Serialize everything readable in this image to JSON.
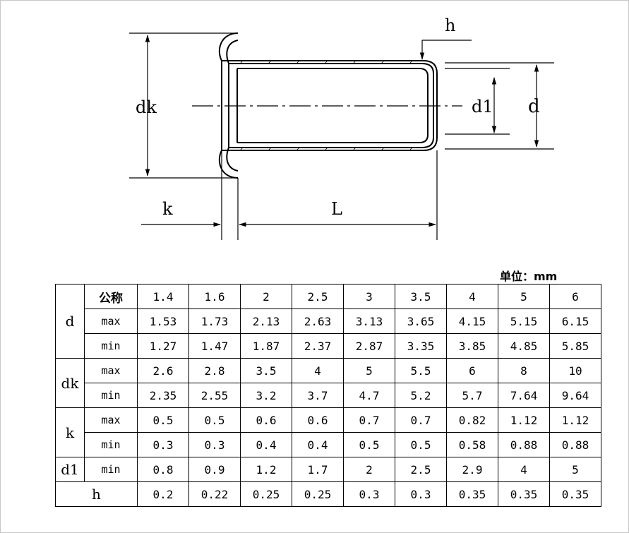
{
  "diagram": {
    "labels": {
      "h": "h",
      "dk": "dk",
      "d1": "d1",
      "d": "d",
      "k": "k",
      "L": "L"
    }
  },
  "unit": "单位：mm",
  "table": {
    "header": {
      "label": "公称",
      "values": [
        "1.4",
        "1.6",
        "2",
        "2.5",
        "3",
        "3.5",
        "4",
        "5",
        "6"
      ]
    },
    "groups": [
      {
        "param": "d",
        "rows": [
          {
            "sub": "max",
            "values": [
              "1.53",
              "1.73",
              "2.13",
              "2.63",
              "3.13",
              "3.65",
              "4.15",
              "5.15",
              "6.15"
            ]
          },
          {
            "sub": "min",
            "values": [
              "1.27",
              "1.47",
              "1.87",
              "2.37",
              "2.87",
              "3.35",
              "3.85",
              "4.85",
              "5.85"
            ]
          }
        ]
      },
      {
        "param": "dk",
        "rows": [
          {
            "sub": "max",
            "values": [
              "2.6",
              "2.8",
              "3.5",
              "4",
              "5",
              "5.5",
              "6",
              "8",
              "10"
            ]
          },
          {
            "sub": "min",
            "values": [
              "2.35",
              "2.55",
              "3.2",
              "3.7",
              "4.7",
              "5.2",
              "5.7",
              "7.64",
              "9.64"
            ]
          }
        ]
      },
      {
        "param": "k",
        "rows": [
          {
            "sub": "max",
            "values": [
              "0.5",
              "0.5",
              "0.6",
              "0.6",
              "0.7",
              "0.7",
              "0.82",
              "1.12",
              "1.12"
            ]
          },
          {
            "sub": "min",
            "values": [
              "0.3",
              "0.3",
              "0.4",
              "0.4",
              "0.5",
              "0.5",
              "0.58",
              "0.88",
              "0.88"
            ]
          }
        ]
      },
      {
        "param": "d1",
        "rows": [
          {
            "sub": "min",
            "values": [
              "0.8",
              "0.9",
              "1.2",
              "1.7",
              "2",
              "2.5",
              "2.9",
              "4",
              "5"
            ]
          }
        ]
      }
    ],
    "hrow": {
      "param": "h",
      "values": [
        "0.2",
        "0.22",
        "0.25",
        "0.25",
        "0.3",
        "0.3",
        "0.35",
        "0.35",
        "0.35"
      ]
    }
  }
}
